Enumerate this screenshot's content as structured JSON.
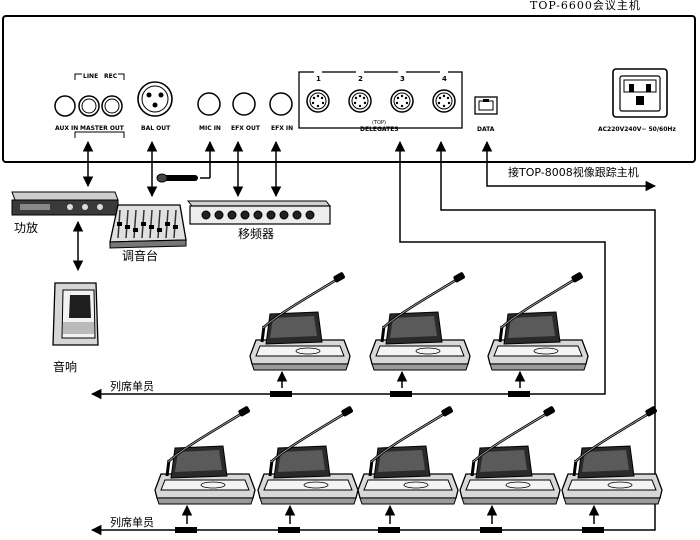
{
  "panel": {
    "model_title": "TOP-6600会议主机",
    "aux_in": "AUX IN",
    "line": "LINE",
    "rec": "REC",
    "master_out": "MASTER OUT",
    "bal_out": "BAL OUT",
    "mic_in": "MIC IN",
    "efx_out": "EFX OUT",
    "efx_in": "EFX IN",
    "port_numbers": [
      "1",
      "2",
      "3",
      "4"
    ],
    "top_mark": "(TOP)",
    "delegates": "DELEGATES",
    "data": "DATA",
    "power": "AC220V240V~ 50/60Hz"
  },
  "devices": {
    "amplifier": "功放",
    "mixer": "调音台",
    "shifter": "移频器",
    "speaker": "音响",
    "camera_host": "接TOP-8008视像跟踪主机"
  },
  "rows": {
    "row1_label": "列席单员",
    "row2_label": "列席单员"
  }
}
